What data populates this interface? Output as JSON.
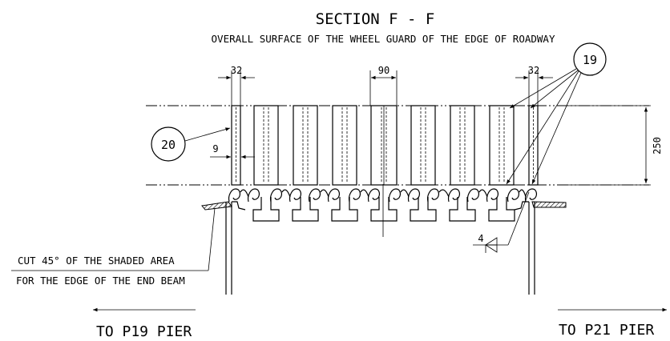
{
  "title": "SECTION F - F",
  "subtitle": "OVERALL SURFACE OF THE WHEEL GUARD OF THE EDGE OF ROADWAY",
  "dimensions": {
    "left_plate_width": "32",
    "center_plate_width": "90",
    "right_plate_width": "32",
    "gap": "9",
    "height": "250",
    "weld": "4"
  },
  "callouts": {
    "left": "20",
    "right": "19"
  },
  "note": {
    "line1": "CUT 45° OF THE SHADED AREA",
    "line2": "FOR THE EDGE OF THE END BEAM"
  },
  "directions": {
    "left": "TO P19 PIER",
    "right": "TO P21 PIER"
  },
  "colors": {
    "line": "#000000",
    "background": "#ffffff"
  }
}
